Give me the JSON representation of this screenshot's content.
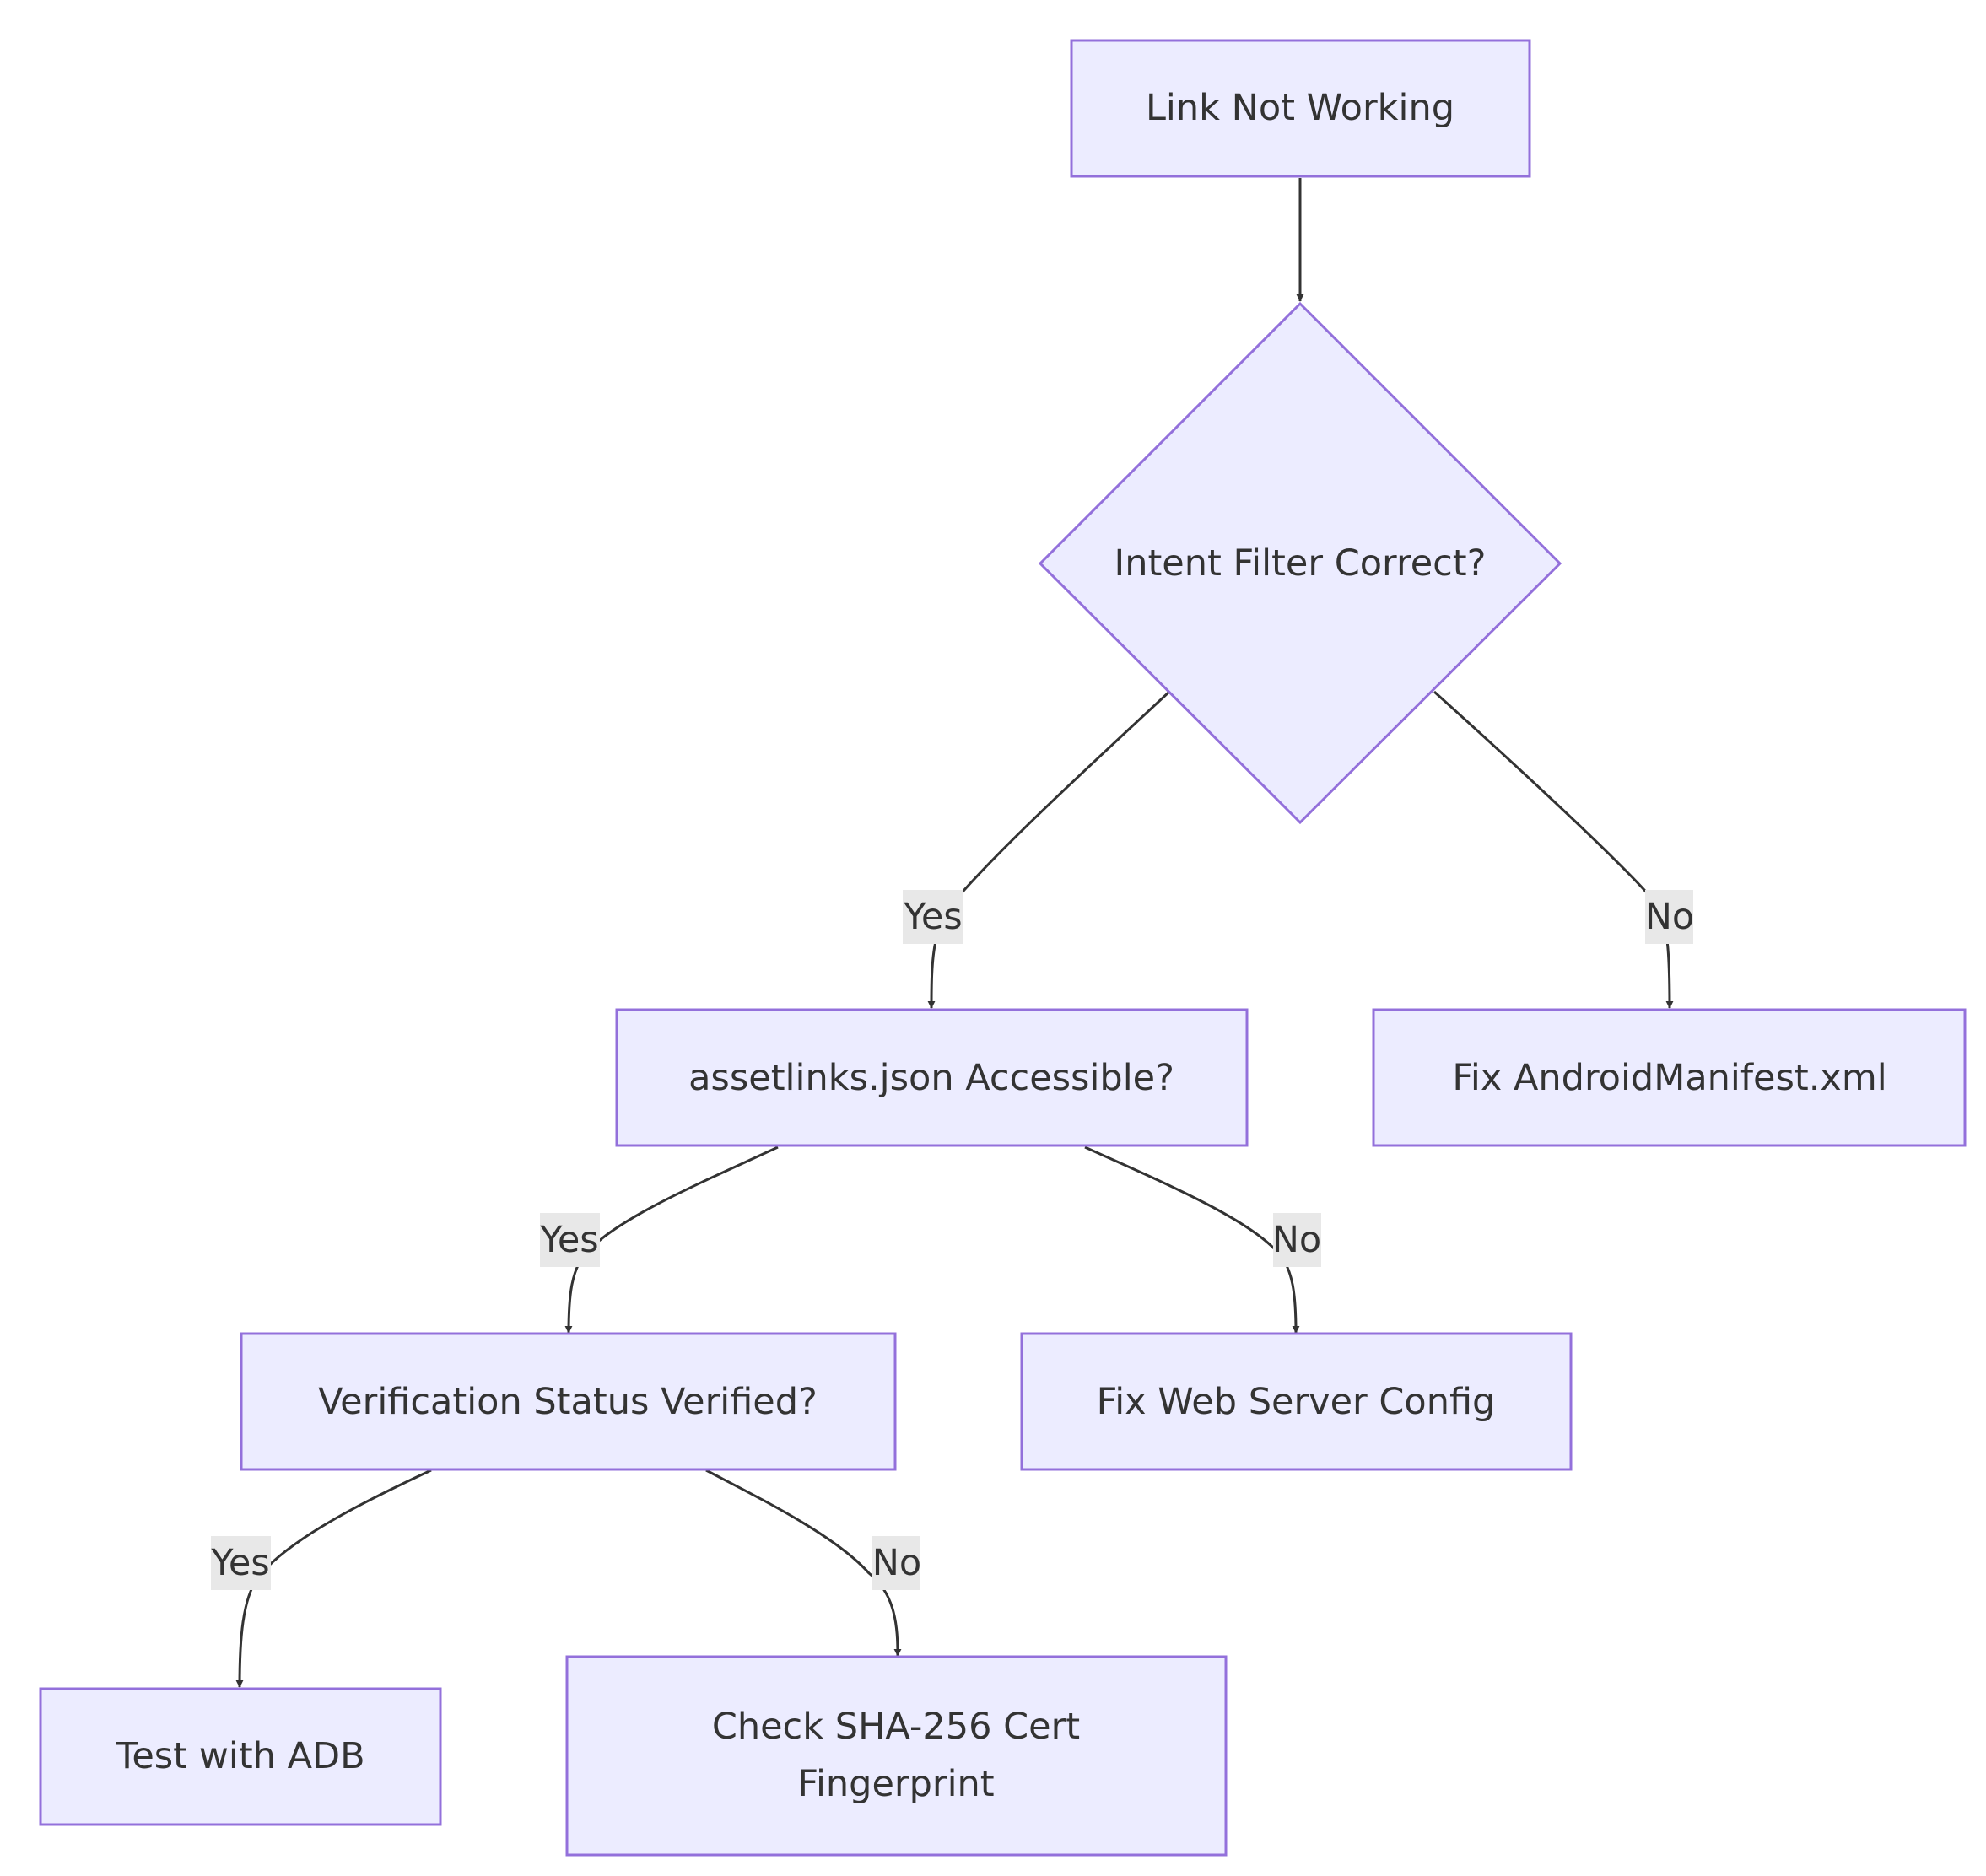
{
  "nodes": {
    "start": "Link Not Working",
    "intent": "Intent Filter Correct?",
    "assetlinks": "assetlinks.json Accessible?",
    "fix_manifest": "Fix AndroidManifest.xml",
    "verification": "Verification Status Verified?",
    "fix_server": "Fix Web Server Config",
    "test_adb": "Test with ADB",
    "check_sha_line1": "Check SHA-256 Cert",
    "check_sha_line2": "Fingerprint"
  },
  "edges": {
    "intent_yes": "Yes",
    "intent_no": "No",
    "assetlinks_yes": "Yes",
    "assetlinks_no": "No",
    "verification_yes": "Yes",
    "verification_no": "No"
  },
  "colors": {
    "node_fill": "#ECECFF",
    "node_stroke": "#9370DB",
    "edge": "#333333",
    "label_bg": "#E8E8E8"
  }
}
